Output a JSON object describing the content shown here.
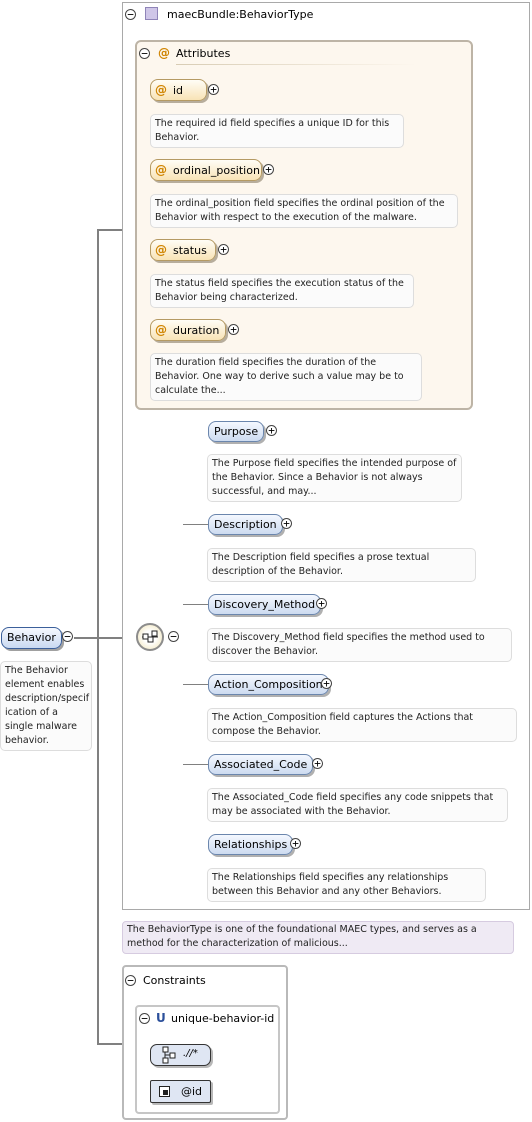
{
  "root": {
    "name": "Behavior",
    "doc": "The Behavior element enables description/specification of a single malware behavior.",
    "doc_lines": [
      "The Behavior",
      "element enables",
      "description/specif",
      "ication of a",
      "single malware",
      "behavior."
    ]
  },
  "type": {
    "name": "maecBundle:BehaviorType",
    "doc_lines": [
      "The BehaviorType is one of the foundational MAEC types, and serves as a",
      "method for the characterization of malicious..."
    ]
  },
  "attributes": {
    "header": "Attributes",
    "items": [
      {
        "name": "id",
        "doc_lines": [
          "The required id field specifies a unique ID for this",
          "Behavior."
        ]
      },
      {
        "name": "ordinal_position",
        "doc_lines": [
          "The ordinal_position field specifies the ordinal position of the",
          "Behavior with respect to the execution of the malware."
        ]
      },
      {
        "name": "status",
        "doc_lines": [
          "The status field specifies the execution status of the",
          "Behavior being characterized."
        ]
      },
      {
        "name": "duration",
        "doc_lines": [
          "The duration field specifies the duration of the",
          "Behavior. One way to derive such a value may be to",
          "calculate the..."
        ]
      }
    ]
  },
  "sequence": {
    "elements": [
      {
        "name": "Purpose",
        "doc_lines": [
          "The Purpose field specifies the intended purpose of",
          "the Behavior. Since a Behavior is not always",
          "successful, and may..."
        ]
      },
      {
        "name": "Description",
        "doc_lines": [
          "The Description field specifies a prose textual",
          "description of the Behavior."
        ]
      },
      {
        "name": "Discovery_Method",
        "doc_lines": [
          "The Discovery_Method field specifies the method used to",
          "discover the Behavior."
        ]
      },
      {
        "name": "Action_Composition",
        "doc_lines": [
          "The Action_Composition field captures the Actions that",
          "compose the Behavior."
        ]
      },
      {
        "name": "Associated_Code",
        "doc_lines": [
          "The Associated_Code field specifies any code snippets that",
          "may be associated with the Behavior."
        ]
      },
      {
        "name": "Relationships",
        "doc_lines": [
          "The Relationships field specifies any relationships",
          "between this Behavior and any other Behaviors."
        ]
      }
    ]
  },
  "constraints": {
    "header": "Constraints",
    "unique": {
      "letter": "U",
      "name": "unique-behavior-id",
      "selector": ".//*",
      "field": "@id"
    }
  },
  "icons": {
    "collapse": "−",
    "expand": "+"
  },
  "colors": {
    "attribute_fill": "#f8e3b6",
    "element_fill": "#cddbf0",
    "doc_purple": "#efeaf4",
    "at_sign": "#d08400"
  }
}
